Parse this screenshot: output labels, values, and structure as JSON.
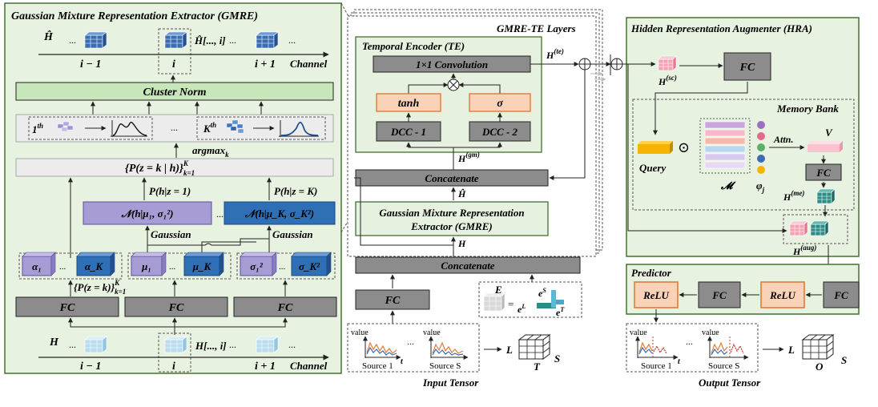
{
  "colors": {
    "panel_green": "#e7f1df",
    "panel_border": "#4f7a3a",
    "fc_gray": "#8c8c8c",
    "light_gray": "#ececec",
    "purple": "#a79bd3",
    "blue": "#2f6fb5",
    "orange": "#f9d2b8",
    "orange_border": "#e07b39",
    "teal": "#2a8e8a",
    "pink": "#f4a3b4"
  },
  "gmre": {
    "title": "Gaussian Mixture Representation Extractor (GMRE)",
    "h_hat": "Ĥ",
    "h_hat_slice": "Ĥ[..., i]",
    "dots": "...",
    "idx_prev": "i − 1",
    "idx_cur": "i",
    "idx_next": "i + 1",
    "channel": "Channel",
    "cluster_norm": "Cluster Norm",
    "first_label": "1",
    "first_sup": "th",
    "kth_label": "K",
    "kth_sup": "th",
    "argmax": "argmax",
    "argmax_sub": "k",
    "posterior": "{P(z = k | h)}",
    "posterior_sup": "K",
    "posterior_sub": "k=1",
    "likelihood_1": "P(h|z = 1)",
    "likelihood_k": "P(h|z = K)",
    "normal_1": "𝒩(h|μ₁, σ₁²)",
    "normal_k": "𝒩(h|μ_K, σ_K²)",
    "gaussian": "Gaussian",
    "alpha_1": "α₁",
    "alpha_k": "α_K",
    "mu_1": "μ₁",
    "mu_k": "μ_K",
    "sigma_1": "σ₁²",
    "sigma_k": "σ_K²",
    "prior": "{P(z = k)}",
    "prior_sup": "K",
    "prior_sub": "k=1",
    "fc": "FC",
    "h": "H",
    "h_slice": "H[..., i]"
  },
  "middle": {
    "layers_title": "GMRE-TE Layers",
    "te_title": "Temporal Encoder (TE)",
    "conv": "1×1 Convolution",
    "tanh": "tanh",
    "sigma": "σ",
    "dcc1": "DCC - 1",
    "dcc2": "DCC - 2",
    "h_te": "H",
    "h_te_sup": "(te)",
    "h_gm": "H",
    "h_gm_sup": "(gm)",
    "concatenate": "Concatenate",
    "h_hat": "Ĥ",
    "gmre_block_line1": "Gaussian Mixture Representation",
    "gmre_block_line2": "Extractor (GMRE)",
    "h": "H",
    "concatenate_bottom": "Concatenate",
    "fc": "FC",
    "e_label": "E",
    "e_equals": "=",
    "e_s": "e",
    "e_s_sup": "S",
    "e_l": "e",
    "e_l_sup": "L",
    "e_t": "e",
    "e_t_sup": "T",
    "value": "value",
    "source_1": "Source 1",
    "source_s": "Source S",
    "t": "t",
    "dots": "...",
    "arrow_L": "L",
    "tensor_T": "T",
    "tensor_S": "S",
    "input_tensor": "Input Tensor"
  },
  "hra": {
    "title": "Hidden Representation Augmenter (HRA)",
    "h_sc": "H",
    "h_sc_sup": "(sc)",
    "fc": "FC",
    "memory_bank": "Memory Bank",
    "query": "Query",
    "odot": "⊙",
    "attn": "Attn.",
    "v": "V",
    "m": "𝓜",
    "phi": "φ",
    "phi_sub": "j",
    "fc2": "FC",
    "h_me": "H",
    "h_me_sup": "(me)",
    "h_aug": "H",
    "h_aug_sup": "(aug)"
  },
  "predictor": {
    "title": "Predictor",
    "relu1": "ReLU",
    "fc1": "FC",
    "relu2": "ReLU",
    "fc2": "FC"
  },
  "output": {
    "value": "value",
    "source_1": "Source 1",
    "source_s": "Source S",
    "t": "t",
    "dots": "...",
    "arrow_L": "L",
    "tensor_O": "O",
    "tensor_S": "S",
    "output_tensor": "Output Tensor"
  }
}
